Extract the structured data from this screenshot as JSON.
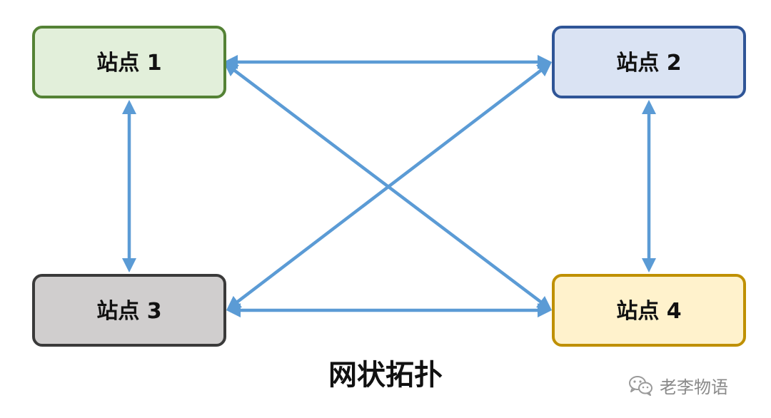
{
  "diagram": {
    "nodes": [
      {
        "id": "1",
        "label": "站点 1",
        "fill": "#e2efda",
        "stroke": "#548235"
      },
      {
        "id": "2",
        "label": "站点 2",
        "fill": "#dae3f3",
        "stroke": "#2f5597"
      },
      {
        "id": "3",
        "label": "站点 3",
        "fill": "#d0cece",
        "stroke": "#3a3a3a"
      },
      {
        "id": "4",
        "label": "站点 4",
        "fill": "#fff2cc",
        "stroke": "#bf9000"
      }
    ],
    "links": [
      {
        "from": "1",
        "to": "2"
      },
      {
        "from": "1",
        "to": "3"
      },
      {
        "from": "1",
        "to": "4"
      },
      {
        "from": "2",
        "to": "3"
      },
      {
        "from": "2",
        "to": "4"
      },
      {
        "from": "3",
        "to": "4"
      }
    ],
    "link_color": "#5b9bd5",
    "caption": "网状拓扑"
  },
  "watermark": {
    "icon": "wechat-icon",
    "text": "老李物语"
  }
}
